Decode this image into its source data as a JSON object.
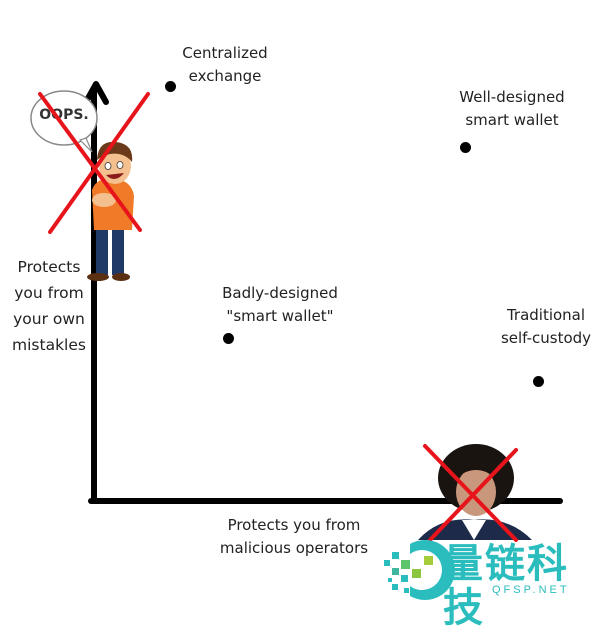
{
  "chart_data": {
    "type": "scatter",
    "title": "",
    "xlabel": "Protects you from malicious operators",
    "ylabel": "Protects you from your own mistakles",
    "grid": false,
    "points": [
      {
        "label": "Centralized exchange",
        "x": 0.16,
        "y": 0.95
      },
      {
        "label": "Well-designed smart wallet",
        "x": 0.79,
        "y": 0.76
      },
      {
        "label": "Badly-designed \"smart wallet\"",
        "x": 0.29,
        "y": 0.37
      },
      {
        "label": "Traditional self-custody",
        "x": 0.95,
        "y": 0.28
      }
    ]
  },
  "points": [
    {
      "line1": "Centralized",
      "line2": "exchange"
    },
    {
      "line1": "Well-designed",
      "line2": "smart wallet"
    },
    {
      "line1": "Badly-designed",
      "line2": "\"smart wallet\""
    },
    {
      "line1": "Traditional",
      "line2": "self-custody"
    }
  ],
  "axes": {
    "y_label": [
      "Protects",
      "you from",
      "your own",
      "mistakles"
    ],
    "x_label": [
      "Protects you from",
      "malicious operators"
    ]
  },
  "illustrations": {
    "speech_bubble": "OOPS."
  },
  "colors": {
    "cross": "#e8141c",
    "axis": "#000000",
    "logo": "#2bbdbd"
  },
  "watermark": {
    "title": "量链科技",
    "subtitle": "QFSP.NET"
  }
}
